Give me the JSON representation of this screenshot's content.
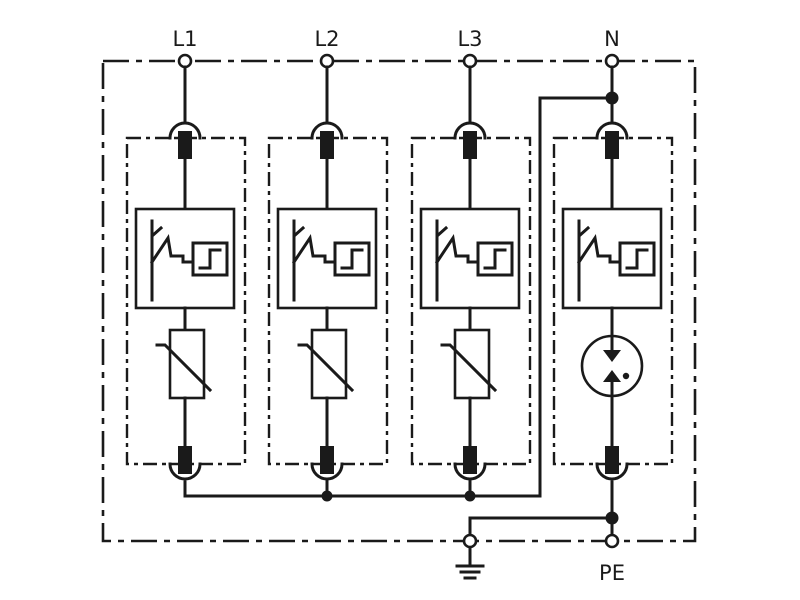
{
  "terminals": {
    "l1": "L1",
    "l2": "L2",
    "l3": "L3",
    "n": "N",
    "pe": "PE"
  },
  "modules": [
    {
      "id": "l1",
      "type": "varistor"
    },
    {
      "id": "l2",
      "type": "varistor"
    },
    {
      "id": "l3",
      "type": "varistor"
    },
    {
      "id": "n",
      "type": "spark-gap"
    }
  ],
  "symbols": {
    "earth": "ground-icon",
    "thermal_disconnector": "disconnector-icon",
    "varistor": "varistor-icon",
    "spark_gap": "spark-gap-icon"
  },
  "colors": {
    "line": "#1a1a1a",
    "background": "#ffffff"
  }
}
